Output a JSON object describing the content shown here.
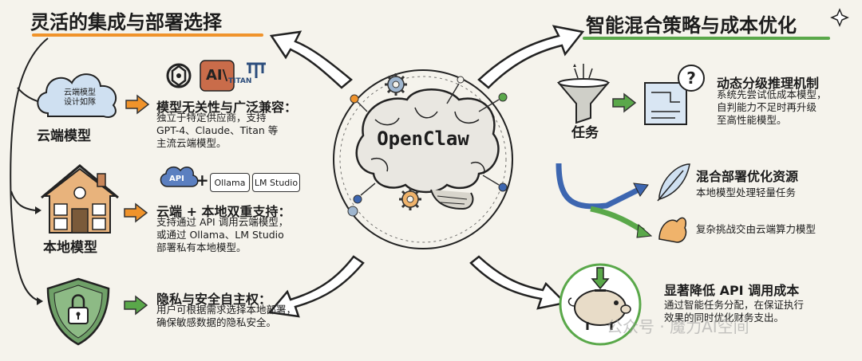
{
  "left": {
    "title": "灵活的集成与部署选择",
    "cloud": {
      "cloud_text": "云端模型\n设计如隊",
      "label": "云端模型",
      "heading": "模型无关性与广泛兼容：",
      "body": "独立于特定供应商，支持\nGPT-4、Claude、Titan 等\n主流云端模型。",
      "logo_titan": "TITAN",
      "logo_anthropic": "AI\\"
    },
    "local": {
      "label": "本地模型",
      "chip_api": "API",
      "plus": "+",
      "chip_ollama": "Ollama",
      "chip_lmstudio": "LM Studio",
      "heading": "云端 + 本地双重支持：",
      "body": "支持通过 API 调用云端模型，\n或通过 Ollama、LM Studio\n部署私有本地模型。"
    },
    "privacy": {
      "heading": "隐私与安全自主权：",
      "body": "用户可根据需求选择本地部署，\n确保敏感数据的隐私安全。"
    }
  },
  "center": {
    "name": "OpenClaw"
  },
  "right": {
    "title": "智能混合策略与成本优化",
    "task_label": "任务",
    "dynamic": {
      "heading": "动态分级推理机制",
      "body": "系统先尝试低成本模型，\n自判能力不足时再升级\n至高性能模型。"
    },
    "hybrid": {
      "heading": "混合部署优化资源",
      "line1": "本地模型处理轻量任务",
      "line2": "复杂挑战交由云端算力模型"
    },
    "cost": {
      "heading": "显著降低 API 调用成本",
      "body": "通过智能任务分配，在保证执行\n效果的同时优化财务支出。"
    },
    "watermark": "公众号 · 魔力AI空间"
  },
  "colors": {
    "orange": "#f0932b",
    "green": "#5aa84a",
    "blue": "#3d66b0",
    "cloud_blue": "#cfe0f1",
    "house_orange": "#e8b37c",
    "shield_green": "#6fa068"
  }
}
